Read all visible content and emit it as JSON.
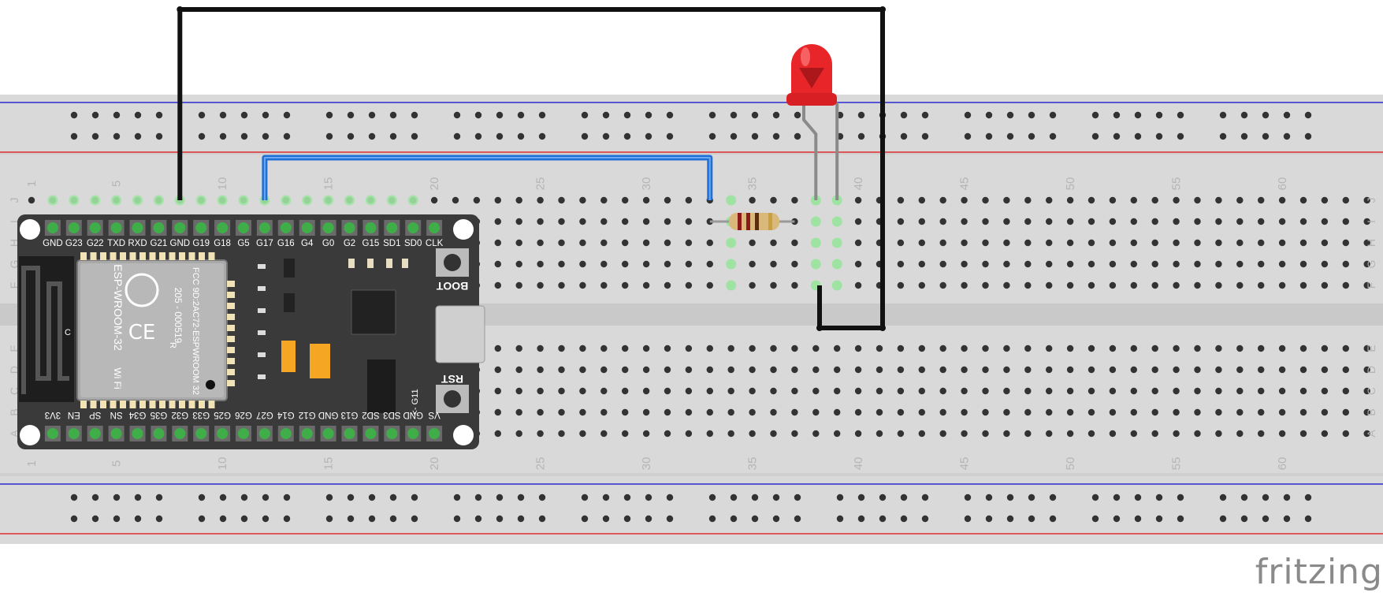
{
  "app": {
    "brand": "fritzing"
  },
  "breadboard": {
    "columns": 64,
    "column_labels": [
      "1",
      "5",
      "10",
      "15",
      "20",
      "25",
      "30",
      "35",
      "40",
      "45",
      "50",
      "55",
      "60"
    ],
    "row_labels_top": [
      "J",
      "I",
      "H",
      "G",
      "F"
    ],
    "row_labels_bottom": [
      "E",
      "D",
      "C",
      "B",
      "A"
    ]
  },
  "esp32": {
    "module_title": "ESP-WROOM-32",
    "cert_text": "205 - 000519",
    "fcc_text": "FCC 9D:2AC72-ESPWROOM 32",
    "r_mark": "R",
    "c_mark": "C",
    "top_pins": [
      "GND",
      "G23",
      "G22",
      "TXD",
      "RXD",
      "G21",
      "GND",
      "G19",
      "G18",
      "G5",
      "G17",
      "G16",
      "G4",
      "G0",
      "G2",
      "G15",
      "SD1",
      "SD0",
      "CLK"
    ],
    "bottom_pins": [
      "3V3",
      "EN",
      "SP",
      "SN",
      "G34",
      "G35",
      "G32",
      "G33",
      "G25",
      "G26",
      "G27",
      "G14",
      "G12",
      "GND",
      "G13",
      "SD2",
      "SD3",
      "GND",
      "VS"
    ],
    "boot_label": "BOOT",
    "rst_label": "RST",
    "g11_label": "<- G11",
    "wifi_label": "Wi Fi"
  },
  "colors": {
    "board_bg": "#d9d9d9",
    "rail_red": "#e03030",
    "rail_blue": "#2a2ad0",
    "wire_black": "#111111",
    "wire_blue": "#1f6fd6",
    "led_red": "#e8262a",
    "esp_body": "#3a3a3a",
    "pin_green": "#3fae49"
  }
}
